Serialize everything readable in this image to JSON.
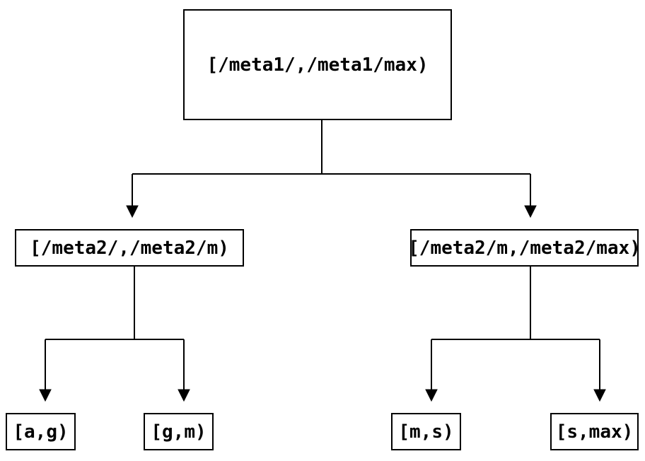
{
  "colors": {
    "background": "#ffffff",
    "line": "#000000",
    "text": "#000000"
  },
  "tree": {
    "root": {
      "label": "[/meta1/,/meta1/max)"
    },
    "children": [
      {
        "label": "[/meta2/,/meta2/m)"
      },
      {
        "label": "[/meta2/m,/meta2/max)"
      }
    ],
    "leaves": [
      {
        "label": "[a,g)"
      },
      {
        "label": "[g,m)"
      },
      {
        "label": "[m,s)"
      },
      {
        "label": "[s,max)"
      }
    ]
  }
}
